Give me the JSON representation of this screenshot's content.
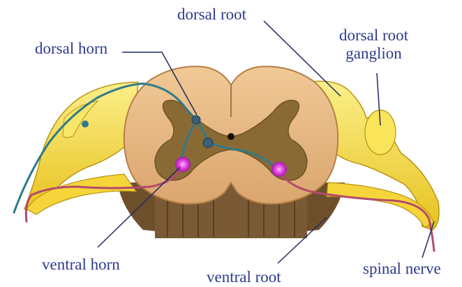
{
  "labels": {
    "dorsal_root": "dorsal root",
    "dorsal_horn": "dorsal horn",
    "dorsal_root_ganglion_line1": "dorsal root",
    "dorsal_root_ganglion_line2": "ganglion",
    "ventral_horn": "ventral horn",
    "ventral_root": "ventral root",
    "spinal_nerve": "spinal nerve"
  },
  "colors": {
    "label_text": "#2e3a8c",
    "leader_line": "#1f2a60",
    "white_matter": "#e7b883",
    "gray_matter": "#8a6a34",
    "nerve_yellow": "#f5dc3a",
    "nerve_yellow_light": "#fbef8a",
    "root_base": "#7a5a34",
    "sensory_neuron": "#2f7a8a",
    "motor_neuron": "#b44a6a",
    "motor_cell_body": "#d83ad8"
  }
}
